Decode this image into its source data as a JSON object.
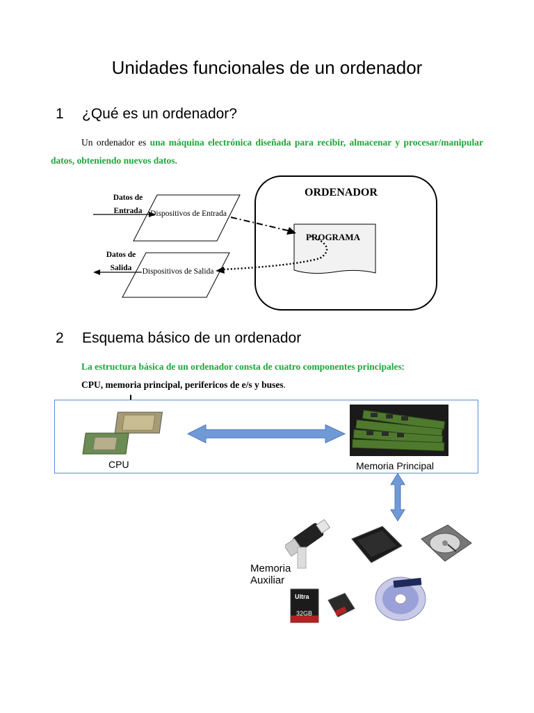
{
  "title": "Unidades funcionales de un ordenador",
  "section1": {
    "number": "1",
    "heading": "¿Qué es un ordenador?",
    "intro": "Un ordenador es ",
    "highlight": "una máquina electrónica diseñada para recibir, almacenar y procesar/manipular datos, obteniendo nuevos datos",
    "end": "."
  },
  "diagram1": {
    "box_title": "ORDENADOR",
    "programa": "PROGRAMA",
    "input_label": "Datos de Entrada",
    "input_device": "Dispositivos de Entrada",
    "output_label": "Datos de Salida",
    "output_device": "Dispositivos de Salida"
  },
  "section2": {
    "number": "2",
    "heading": "Esquema básico de un ordenador",
    "highlight": "La estructura básica de un ordenador consta de cuatro componentes principales",
    "colon": ":",
    "components": "CPU, memoria principal, perifericos de e/s y buses",
    "end": "."
  },
  "diagram2": {
    "cpu_label": "CPU",
    "ram_label": "Memoria Principal",
    "aux_label": "Memoria Auxiliar",
    "ultra_text": "Ultra",
    "size_text": "32GB",
    "accent_blue": "#6f9ad6",
    "border_blue": "#5b8bd0"
  }
}
